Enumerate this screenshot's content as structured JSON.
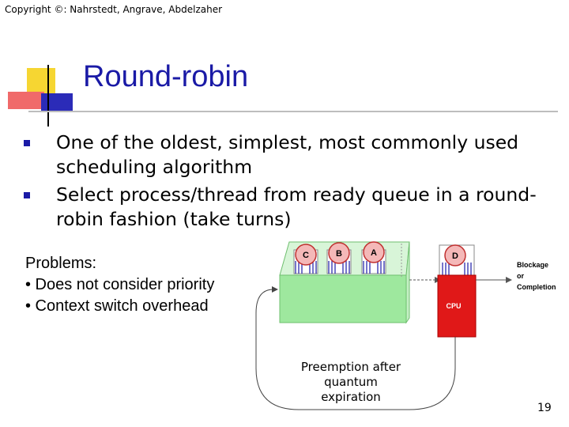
{
  "copyright": "Copyright ©: Nahrstedt, Angrave, Abdelzaher",
  "title": "Round-robin",
  "bullets": [
    "One of the oldest, simplest, most commonly used scheduling algorithm",
    "Select process/thread from ready queue in a round-robin fashion (take turns)"
  ],
  "problems": {
    "heading": "Problems:",
    "items": [
      "• Does not consider priority",
      "• Context switch overhead"
    ]
  },
  "diagram": {
    "queue_processes": [
      "C",
      "B",
      "A"
    ],
    "running_process": "D",
    "cpu_label": "CPU",
    "exit_label": [
      "Blockage",
      "or",
      "Completion"
    ],
    "preemption_caption": [
      "Preemption after",
      "quantum",
      "expiration"
    ],
    "colors": {
      "queue": "#9ee89e",
      "cpu": "#e01818",
      "process_stripe": "#1a1aa6",
      "process_ball": "#f4b8b8"
    }
  },
  "page_number": "19"
}
